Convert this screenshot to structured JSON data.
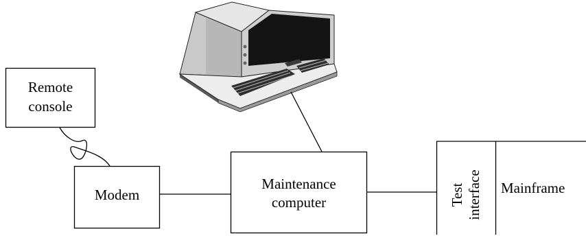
{
  "diagram": {
    "remote_console": {
      "line1": "Remote",
      "line2": "console"
    },
    "modem": {
      "label": "Modem"
    },
    "maintenance_computer": {
      "line1": "Maintenance",
      "line2": "computer"
    },
    "test_interface": {
      "line1": "Test",
      "line2": "interface"
    },
    "mainframe": {
      "label": "Mainframe"
    },
    "terminal": {
      "icon": "computer-terminal-icon"
    }
  }
}
